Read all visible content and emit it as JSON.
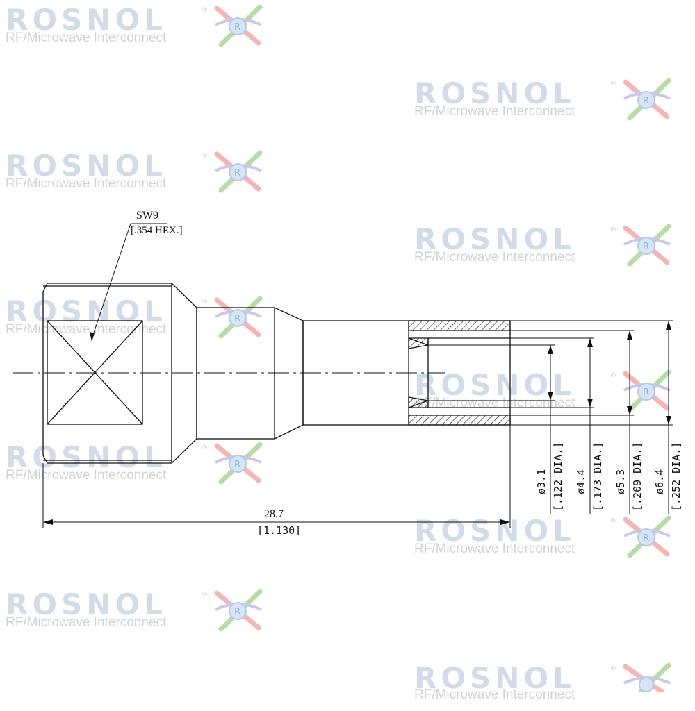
{
  "watermark": {
    "brand": "ROSNOL",
    "tagline": "RF/Microwave Interconnect",
    "reg_mark": "®",
    "logo_letter": "R"
  },
  "callouts": {
    "hex_metric": "SW9",
    "hex_imperial": "[.354 HEX.]",
    "length_metric": "28.7",
    "length_imperial": "[1.130]"
  },
  "diameters": [
    {
      "metric": "ø3.1",
      "imperial": "[.122 DIA.]"
    },
    {
      "metric": "ø4.4",
      "imperial": "[.173 DIA.]"
    },
    {
      "metric": "ø5.3",
      "imperial": "[.209 DIA.]"
    },
    {
      "metric": "ø6.4",
      "imperial": "[.252 DIA.]"
    }
  ]
}
